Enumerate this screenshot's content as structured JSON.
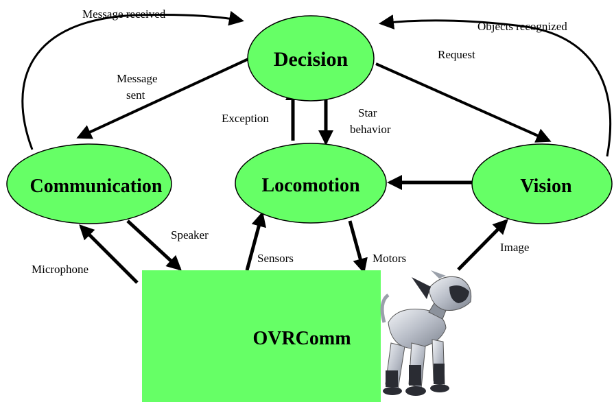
{
  "colors": {
    "node_fill": "#66ff66",
    "node_stroke": "#000000",
    "box_fill": "#66ff66",
    "arrow": "#000000",
    "robot_body": "#c8ccd4",
    "robot_dark": "#2a2c33"
  },
  "nodes": {
    "decision": "Decision",
    "communication": "Communication",
    "locomotion": "Locomotion",
    "vision": "Vision",
    "ovrcomm": "OVRComm"
  },
  "edges": {
    "message_received": "Message received",
    "objects_recognized": "Objects recognized",
    "request": "Request",
    "message_sent_1": "Message",
    "message_sent_2": "sent",
    "exception": "Exception",
    "star_behavior_1": "Star",
    "star_behavior_2": "behavior",
    "speaker": "Speaker",
    "microphone": "Microphone",
    "sensors": "Sensors",
    "motors": "Motors",
    "image": "Image"
  },
  "robot_icon": "robot-dog-icon"
}
